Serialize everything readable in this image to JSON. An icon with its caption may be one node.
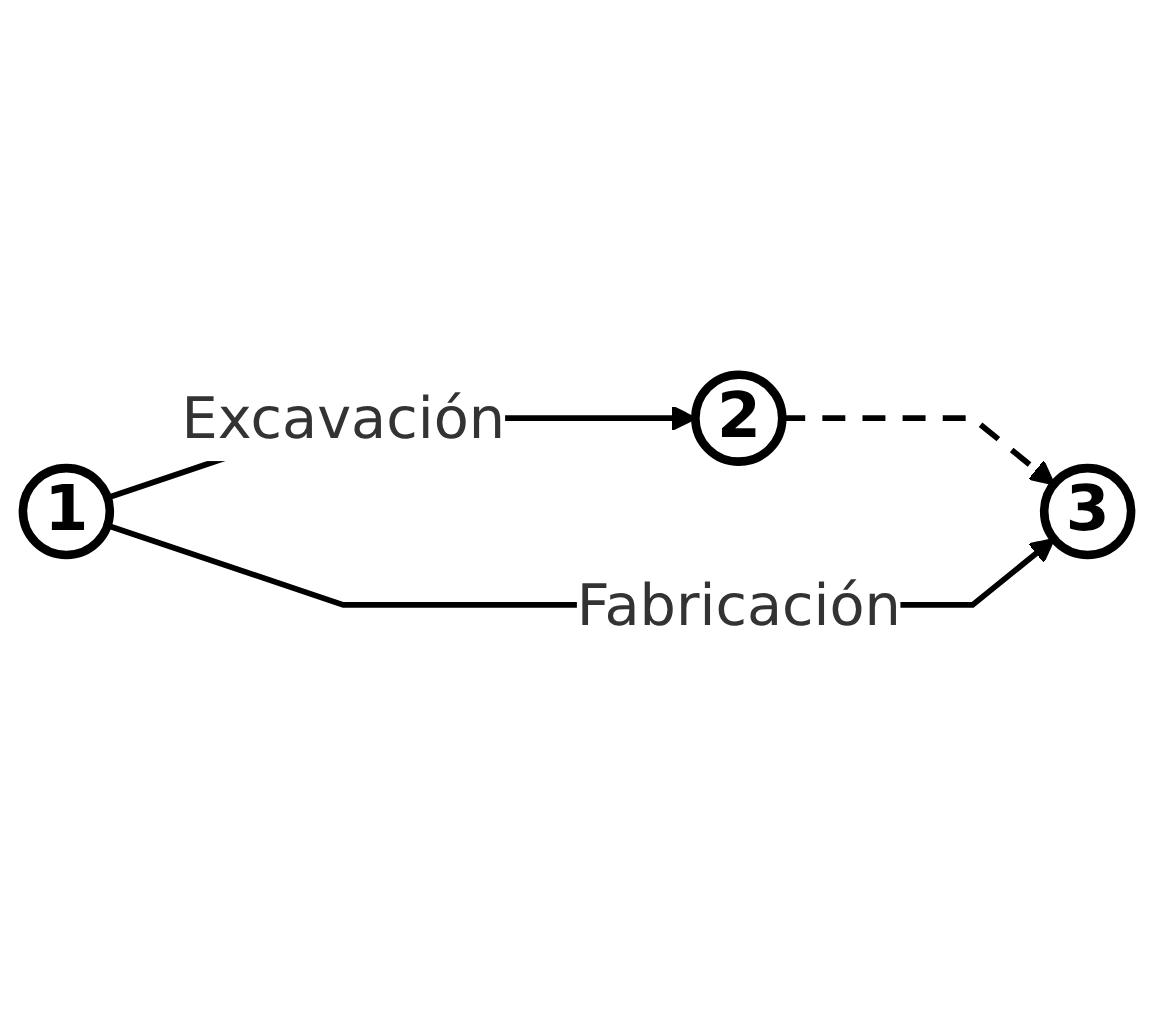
{
  "diagram": {
    "nodes": [
      {
        "text": [
          "1"
        ]
      },
      {
        "text": [
          "2"
        ]
      },
      {
        "text": [
          "3"
        ]
      }
    ],
    "edges": [
      {
        "from": 0,
        "to": 1,
        "arrow": "to",
        "label": "Excavación"
      },
      {
        "from": 1,
        "to": 2,
        "arrow": "to",
        "style": "dashed"
      },
      {
        "from": 0,
        "to": 2,
        "arrow": "to",
        "label": "Fabricación"
      }
    ]
  }
}
